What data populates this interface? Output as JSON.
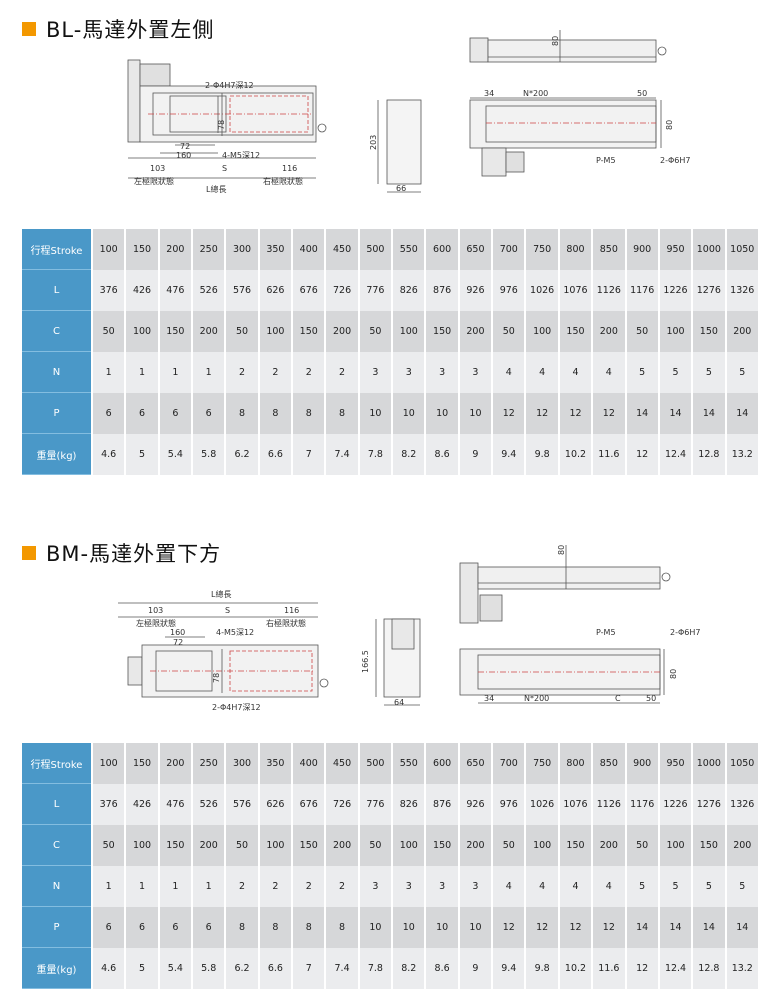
{
  "sections": [
    {
      "title": "BL-馬達外置左側",
      "drawing_labels": {
        "hole_a": "2-Φ4H7深12",
        "dim_78": "78",
        "dim_72": "72",
        "dim_160": "160",
        "hole_b": "4-M5深12",
        "dim_103": "103",
        "dim_s": "S",
        "dim_116": "116",
        "left_limit": "左極限狀態",
        "total_len": "L總長",
        "right_limit": "右極限狀態",
        "dim_203": "203",
        "dim_66": "66",
        "dim_80_top": "80",
        "dim_34": "34",
        "pitch": "N*200",
        "dim_50": "50",
        "dim_80_side": "80",
        "p_m5": "P-M5",
        "hole_c": "2-Φ6H7"
      }
    },
    {
      "title": "BM-馬達外置下方",
      "drawing_labels": {
        "total_len": "L總長",
        "dim_103": "103",
        "dim_s": "S",
        "dim_116": "116",
        "left_limit": "左極限狀態",
        "right_limit": "右極限狀態",
        "dim_160": "160",
        "dim_72": "72",
        "hole_b": "4-M5深12",
        "dim_78": "78",
        "hole_a": "2-Φ4H7深12",
        "dim_1665": "166.5",
        "dim_64": "64",
        "dim_80_top": "80",
        "p_m5": "P-M5",
        "hole_c": "2-Φ6H7",
        "dim_80_side": "80",
        "dim_34": "34",
        "pitch": "N*200",
        "dim_c": "C",
        "dim_50": "50"
      }
    }
  ],
  "table": {
    "rows": [
      {
        "label": "行程Stroke",
        "values": [
          "100",
          "150",
          "200",
          "250",
          "300",
          "350",
          "400",
          "450",
          "500",
          "550",
          "600",
          "650",
          "700",
          "750",
          "800",
          "850",
          "900",
          "950",
          "1000",
          "1050"
        ]
      },
      {
        "label": "L",
        "values": [
          "376",
          "426",
          "476",
          "526",
          "576",
          "626",
          "676",
          "726",
          "776",
          "826",
          "876",
          "926",
          "976",
          "1026",
          "1076",
          "1126",
          "1176",
          "1226",
          "1276",
          "1326"
        ]
      },
      {
        "label": "C",
        "values": [
          "50",
          "100",
          "150",
          "200",
          "50",
          "100",
          "150",
          "200",
          "50",
          "100",
          "150",
          "200",
          "50",
          "100",
          "150",
          "200",
          "50",
          "100",
          "150",
          "200"
        ]
      },
      {
        "label": "N",
        "values": [
          "1",
          "1",
          "1",
          "1",
          "2",
          "2",
          "2",
          "2",
          "3",
          "3",
          "3",
          "3",
          "4",
          "4",
          "4",
          "4",
          "5",
          "5",
          "5",
          "5"
        ]
      },
      {
        "label": "P",
        "values": [
          "6",
          "6",
          "6",
          "6",
          "8",
          "8",
          "8",
          "8",
          "10",
          "10",
          "10",
          "10",
          "12",
          "12",
          "12",
          "12",
          "14",
          "14",
          "14",
          "14"
        ]
      },
      {
        "label": "重量(kg)",
        "values": [
          "4.6",
          "5",
          "5.4",
          "5.8",
          "6.2",
          "6.6",
          "7",
          "7.4",
          "7.8",
          "8.2",
          "8.6",
          "9",
          "9.4",
          "9.8",
          "10.2",
          "11.6",
          "12",
          "12.4",
          "12.8",
          "13.2"
        ]
      }
    ]
  },
  "colors": {
    "accent": "#f39800",
    "header_blue": "#4a98c8"
  }
}
